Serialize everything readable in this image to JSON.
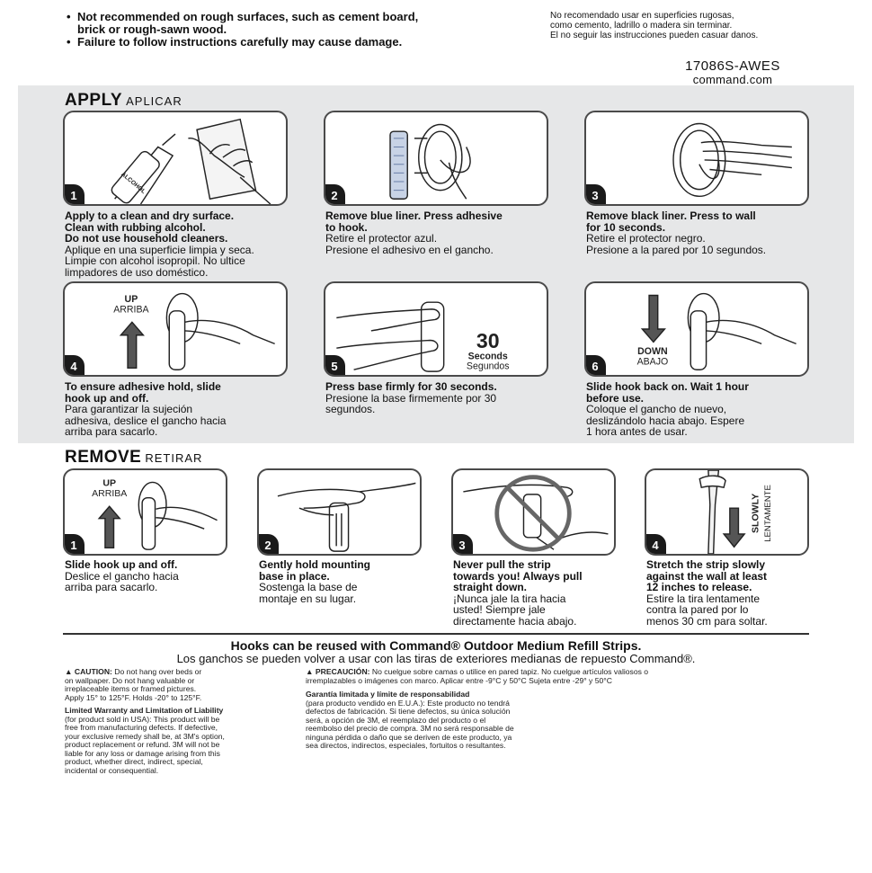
{
  "header": {
    "warnings_en": [
      "Not recommended on rough surfaces, such as cement board, brick or rough-sawn wood.",
      "Failure to follow instructions carefully may cause damage."
    ],
    "warnings_es": [
      "No recomendado usar en superficies rugosas,",
      "como cemento, ladrillo o madera sin terminar.",
      "El no seguir las instrucciones pueden casuar danos."
    ],
    "product_code": "17086S-AWES",
    "website": "command.com"
  },
  "apply": {
    "title": "APPLY",
    "title_es": "APLICAR",
    "steps": [
      {
        "num": "1",
        "en": [
          "Apply to a clean and dry surface.",
          "Clean with rubbing alcohol.",
          "Do not use household cleaners."
        ],
        "es": [
          "Aplique en una superficie limpia y seca.",
          "Limpie con alcohol isopropil. No ultice",
          "limpadores de uso doméstico."
        ],
        "label": "ALCOHOL"
      },
      {
        "num": "2",
        "en": [
          "Remove blue liner. Press adhesive",
          "to hook."
        ],
        "es": [
          "Retire el protector azul.",
          "Presione el adhesivo en el gancho."
        ]
      },
      {
        "num": "3",
        "en": [
          "Remove black liner. Press to wall",
          "for 10 seconds."
        ],
        "es": [
          "Retire el protector negro.",
          "Presione a la pared por 10 segundos."
        ]
      },
      {
        "num": "4",
        "en": [
          "To ensure adhesive hold, slide",
          "hook up and off."
        ],
        "es": [
          "Para garantizar la sujeción",
          "adhesiva, deslice el gancho hacia",
          "arriba para sacarlo."
        ],
        "label_en": "UP",
        "label_es": "ARRIBA"
      },
      {
        "num": "5",
        "en": [
          "Press base firmly for 30 seconds."
        ],
        "es": [
          "Presione la base firmemente por 30",
          "segundos."
        ],
        "big": "30",
        "label_en": "Seconds",
        "label_es": "Segundos"
      },
      {
        "num": "6",
        "en": [
          "Slide hook back on. Wait 1 hour",
          "before use."
        ],
        "es": [
          "Coloque el gancho de nuevo,",
          "deslizándolo hacia abajo. Espere",
          "1 hora antes de usar."
        ],
        "label_en": "DOWN",
        "label_es": "ABAJO"
      }
    ]
  },
  "remove": {
    "title": "REMOVE",
    "title_es": "RETIRAR",
    "steps": [
      {
        "num": "1",
        "en": [
          "Slide hook up and off."
        ],
        "es": [
          "Deslice el gancho hacia",
          "arriba para sacarlo."
        ],
        "label_en": "UP",
        "label_es": "ARRIBA"
      },
      {
        "num": "2",
        "en": [
          "Gently hold mounting",
          "base in place."
        ],
        "es": [
          "Sostenga la base de",
          "montaje en su lugar."
        ]
      },
      {
        "num": "3",
        "en": [
          "Never pull the strip",
          "towards you! Always pull",
          "straight down."
        ],
        "es": [
          "¡Nunca jale la tira hacia",
          "usted! Siempre jale",
          "directamente hacia abajo."
        ]
      },
      {
        "num": "4",
        "en": [
          "Stretch the strip slowly",
          "against the wall at least",
          "12 inches to release."
        ],
        "es": [
          "Estire la tira lentamente",
          "contra la pared por lo",
          "menos 30 cm para soltar."
        ],
        "label_en": "SLOWLY",
        "label_es": "LENTAMENTE"
      }
    ]
  },
  "reuse": {
    "en": "Hooks can be reused with Command® Outdoor Medium Refill Strips.",
    "es": "Los ganchos se pueden volver a usar con las tiras de exteriores medianas de repuesto Command®."
  },
  "caution_en": {
    "title": "▲ CAUTION:",
    "lines": [
      "Do not hang over beds or",
      "on wallpaper. Do not hang valuable or",
      "irreplaceable items or framed pictures.",
      "Apply 15° to 125°F. Holds -20° to 125°F."
    ]
  },
  "warranty_en": {
    "title": "Limited Warranty and Limitation of Liability",
    "lines": [
      "(for product sold in USA): This product will be",
      "free from manufacturing defects. If defective,",
      "your exclusive remedy shall be, at 3M's option,",
      "product replacement or refund. 3M will not be",
      "liable for any loss or damage arising from this",
      "product, whether direct, indirect, special,",
      "incidental or consequential."
    ]
  },
  "caution_es": {
    "title": "▲ PRECAUCIÓN:",
    "lines": [
      "No cuelgue sobre camas o utilice en pared tapiz. No cuelgue artículos valiosos o",
      "irremplazables o imágenes con marco. Aplicar entre -9°C y 50°C Sujeta entre -29° y 50°C"
    ]
  },
  "warranty_es": {
    "title": "Garantía limitada y límite de responsabilidad",
    "lines": [
      "(para producto vendido en E.U.A.): Este producto no tendrá",
      "defectos de fabricación. Si tiene defectos, su única solución",
      "será, a opción de 3M, el reemplazo del producto o el",
      "reembolso del precio de compra. 3M no será responsable de",
      "ninguna pérdida o daño que se deriven de este producto, ya",
      "sea directos, indirectos, especiales, fortuitos o resultantes."
    ]
  }
}
